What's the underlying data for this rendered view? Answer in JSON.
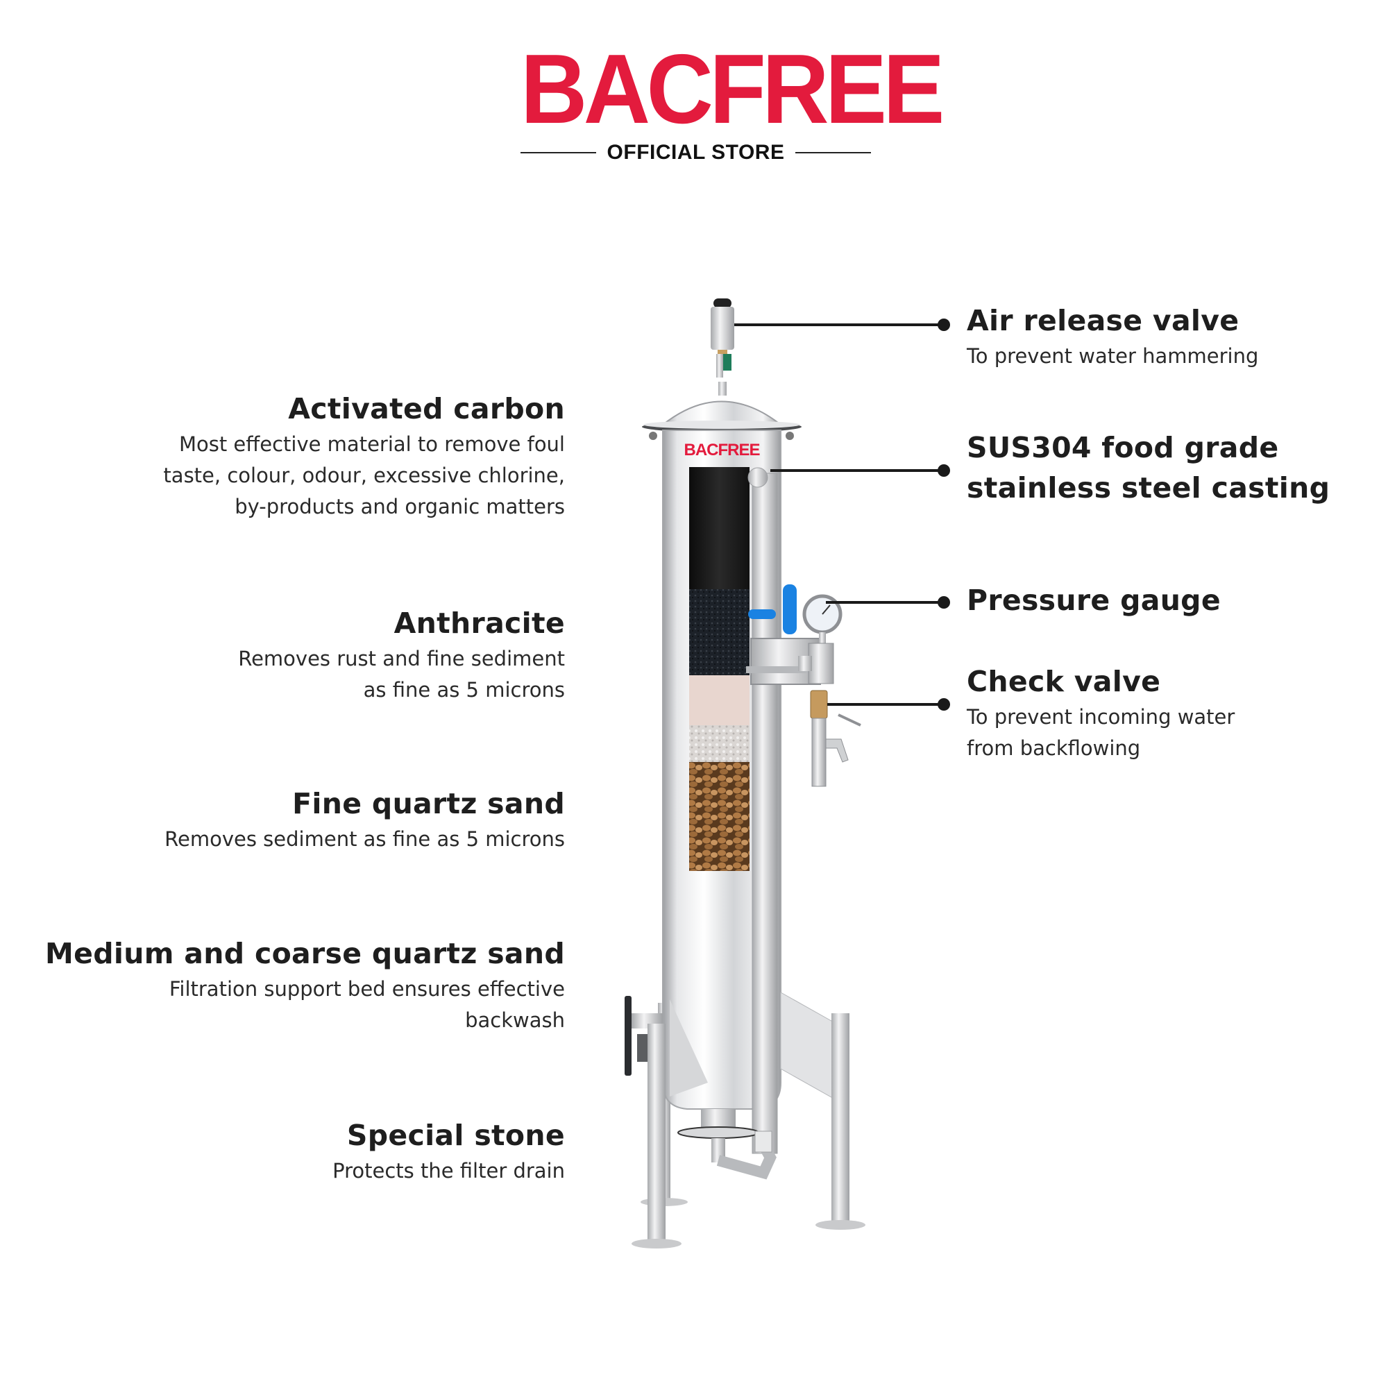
{
  "brand": {
    "logo_text": "BACFREE",
    "store_label": "OFFICIAL STORE",
    "color": "#e31b3d"
  },
  "product": {
    "body_logo": "BACFREE",
    "layer_colors": {
      "activated_carbon": "#141414",
      "anthracite": "#1c2128",
      "fine_quartz_sand": "#e8d6cf",
      "special_stone_white": "#d9d6d4",
      "coarse_quartz_sand": "#8a5a2e"
    },
    "valve_handle_color": "#1a82e2"
  },
  "left_labels": [
    {
      "title": "Activated carbon",
      "lines": [
        "Most effective material to remove foul",
        "taste, colour, odour, excessive chlorine,",
        "by-products and organic matters"
      ]
    },
    {
      "title": "Anthracite",
      "lines": [
        "Removes rust and fine sediment",
        "as fine as 5 microns"
      ]
    },
    {
      "title": "Fine quartz sand",
      "lines": [
        "Removes sediment as fine as 5 microns"
      ]
    },
    {
      "title": "Medium and coarse quartz sand",
      "lines": [
        "Filtration support bed ensures effective",
        "backwash"
      ]
    },
    {
      "title": "Special stone",
      "lines": [
        "Protects the filter drain"
      ]
    }
  ],
  "right_callouts": [
    {
      "title_lines": [
        "Air release valve"
      ],
      "lines": [
        "To prevent water hammering"
      ]
    },
    {
      "title_lines": [
        "SUS304 food grade",
        "stainless steel casting"
      ],
      "lines": []
    },
    {
      "title_lines": [
        "Pressure gauge"
      ],
      "lines": []
    },
    {
      "title_lines": [
        "Check valve"
      ],
      "lines": [
        "To prevent incoming water",
        "from backflowing"
      ]
    }
  ]
}
